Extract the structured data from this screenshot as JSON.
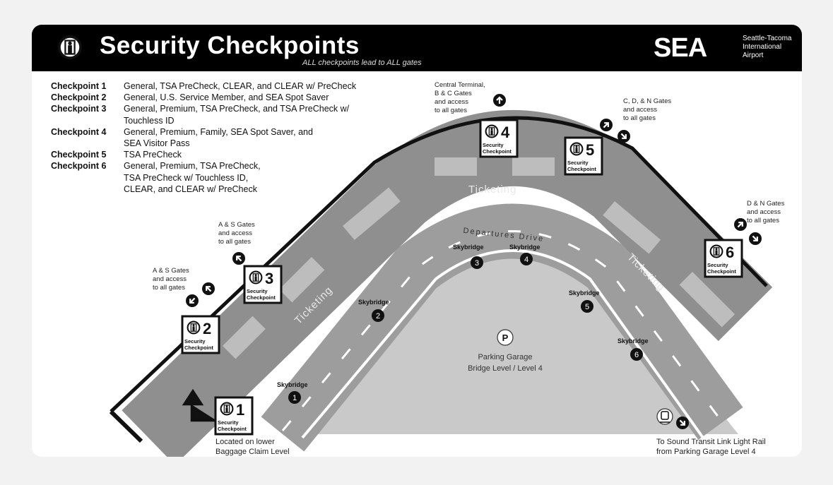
{
  "header": {
    "title": "Security Checkpoints",
    "subtitle": "ALL checkpoints lead to ALL gates",
    "logo_text": "SEA",
    "logo_sub": [
      "Seattle-Tacoma",
      "International",
      "Airport"
    ]
  },
  "legend": [
    {
      "name": "Checkpoint 1",
      "desc": [
        "General, TSA PreCheck, CLEAR, and CLEAR w/ PreCheck"
      ]
    },
    {
      "name": "Checkpoint 2",
      "desc": [
        "General, U.S. Service Member, and SEA Spot Saver"
      ]
    },
    {
      "name": "Checkpoint 3",
      "desc": [
        "General, Premium, TSA PreCheck, and TSA PreCheck w/",
        "Touchless ID"
      ]
    },
    {
      "name": "Checkpoint 4",
      "desc": [
        "General, Premium, Family, SEA Spot Saver, and",
        "SEA Visitor Pass"
      ]
    },
    {
      "name": "Checkpoint 5",
      "desc": [
        "TSA PreCheck"
      ]
    },
    {
      "name": "Checkpoint 6",
      "desc": [
        "General, Premium, TSA PreCheck,",
        "TSA PreCheck w/ Touchless ID,",
        "CLEAR, and CLEAR w/ PreCheck"
      ]
    }
  ],
  "checkpoints": [
    {
      "number": "1",
      "label": [
        "Security",
        "Checkpoint"
      ]
    },
    {
      "number": "2",
      "label": [
        "Security",
        "Checkpoint"
      ]
    },
    {
      "number": "3",
      "label": [
        "Security",
        "Checkpoint"
      ]
    },
    {
      "number": "4",
      "label": [
        "Security",
        "Checkpoint"
      ]
    },
    {
      "number": "5",
      "label": [
        "Security",
        "Checkpoint"
      ]
    },
    {
      "number": "6",
      "label": [
        "Security",
        "Checkpoint"
      ]
    }
  ],
  "skybridges": [
    {
      "label": "Skybridge",
      "number": "1"
    },
    {
      "label": "Skybridge",
      "number": "2"
    },
    {
      "label": "Skybridge",
      "number": "3"
    },
    {
      "label": "Skybridge",
      "number": "4"
    },
    {
      "label": "Skybridge",
      "number": "5"
    },
    {
      "label": "Skybridge",
      "number": "6"
    }
  ],
  "areas": {
    "ticketing": "Ticketing",
    "departures_drive": "Departures Drive",
    "parking_icon": "P",
    "parking": [
      "Parking Garage",
      "Bridge Level / Level 4"
    ]
  },
  "directions": {
    "central": [
      "Central Terminal,",
      "B & C Gates",
      "and access",
      "to all gates"
    ],
    "cdn": [
      "C, D, & N Gates",
      "and access",
      "to all gates"
    ],
    "dn": [
      "D & N Gates",
      "and access",
      "to all gates"
    ],
    "as_upper": [
      "A & S Gates",
      "and access",
      "to all gates"
    ],
    "as_lower": [
      "A & S Gates",
      "and access",
      "to all gates"
    ],
    "checkpoint1_note": [
      "Located on lower",
      "Baggage Claim Level"
    ],
    "light_rail": [
      "To Sound Transit Link Light Rail",
      "from Parking Garage Level 4"
    ]
  },
  "colors": {
    "terminal": "#8f8f8f",
    "road": "#9d9d9d",
    "parking": "#c9c9c9",
    "counter": "#bdbdbd",
    "header": "#000000"
  }
}
